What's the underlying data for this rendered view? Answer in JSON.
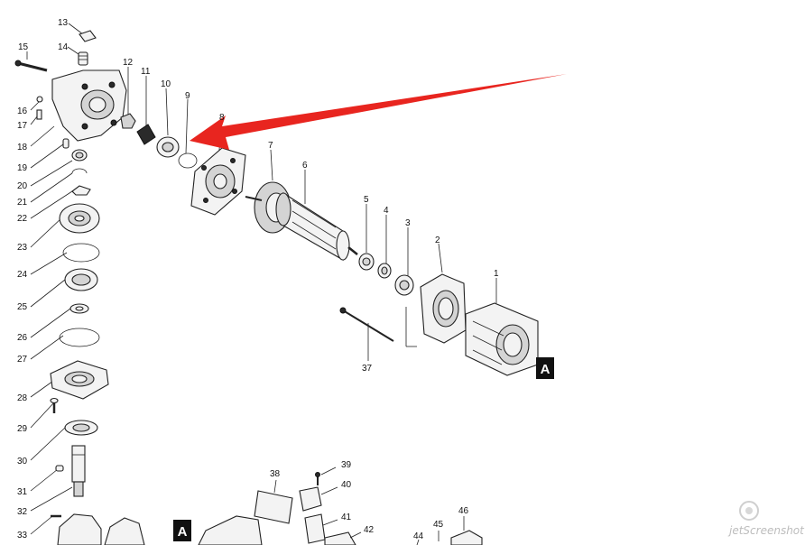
{
  "diagram": {
    "labels": {
      "p1": "1",
      "p2": "2",
      "p3": "3",
      "p4": "4",
      "p5": "5",
      "p6": "6",
      "p7": "7",
      "p8": "8",
      "p9": "9",
      "p10": "10",
      "p11": "11",
      "p12": "12",
      "p13": "13",
      "p14": "14",
      "p15": "15",
      "p16": "16",
      "p17": "17",
      "p18": "18",
      "p19": "19",
      "p20": "20",
      "p21": "21",
      "p22": "22",
      "p23": "23",
      "p24": "24",
      "p25": "25",
      "p26": "26",
      "p27": "27",
      "p28": "28",
      "p29": "29",
      "p30": "30",
      "p31": "31",
      "p32": "32",
      "p33": "33",
      "p37": "37",
      "p38": "38",
      "p39": "39",
      "p40": "40",
      "p41": "41",
      "p42": "42",
      "p44": "44",
      "p45": "45",
      "p46": "46"
    },
    "callout_a": "A",
    "arrow_color": "#e8251f"
  },
  "watermark": {
    "text": "jetScreenshot"
  }
}
